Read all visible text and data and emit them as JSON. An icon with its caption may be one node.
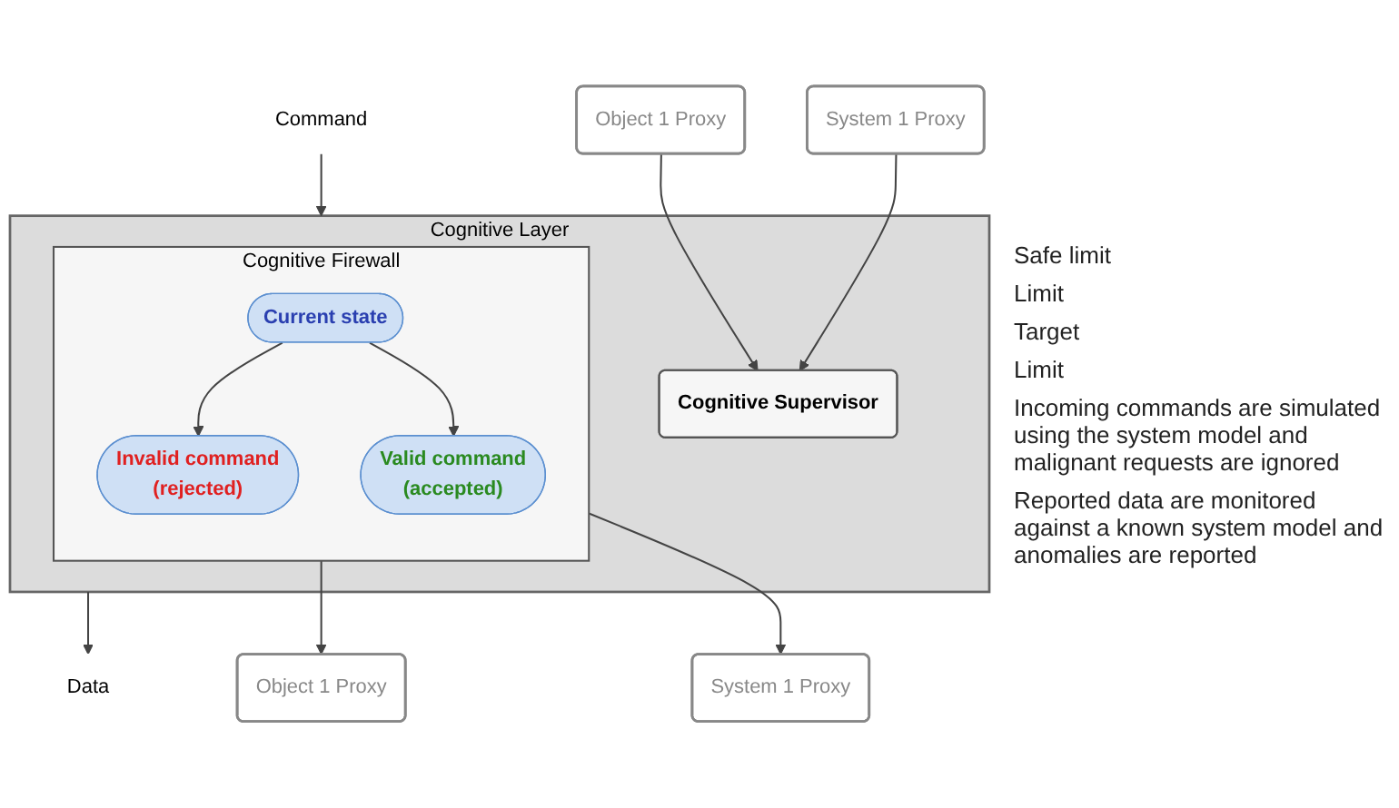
{
  "diagram": {
    "nodes": [
      {
        "text": [
          "Cognitive Layer"
        ]
      },
      {
        "text": [
          "Cognitive Firewall"
        ],
        "in": 0
      },
      {
        "text": [
          "Current state"
        ],
        "in": 1
      },
      {
        "text": [
          "Invalid command",
          "(rejected)"
        ],
        "in": 1
      },
      {
        "text": [
          "Valid command",
          "(accepted)"
        ],
        "in": 1
      },
      {
        "text": [
          "Cognitive Supervisor"
        ],
        "in": 0
      },
      {
        "text": [
          "Object 1 Proxy"
        ]
      },
      {
        "text": [
          "System 1 Proxy"
        ]
      },
      {
        "text": [
          "Object 1 Proxy"
        ]
      },
      {
        "text": [
          "System 1 Proxy"
        ]
      },
      {
        "text": [
          "Command"
        ]
      },
      {
        "text": [
          "Data"
        ]
      }
    ],
    "edges": [
      {
        "from": 10,
        "to": 0,
        "arrow": "to"
      },
      {
        "from": 0,
        "to": 11,
        "arrow": "to"
      },
      {
        "from": 2,
        "to": 3,
        "arrow": "to"
      },
      {
        "from": 2,
        "to": 4,
        "arrow": "to"
      },
      {
        "from": 1,
        "to": 6,
        "arrow": "to"
      },
      {
        "from": 1,
        "to": 7,
        "arrow": "to"
      },
      {
        "from": 8,
        "to": 5,
        "arrow": "to"
      },
      {
        "from": 9,
        "to": 5,
        "arrow": "to"
      }
    ],
    "labels": [
      "Safe limit",
      "Limit",
      "Target",
      "Limit",
      "Incoming commands are simulated using the system model and malignant requests are ignored",
      "Reported data are monitored against a known system model and anomalies are reported"
    ]
  }
}
